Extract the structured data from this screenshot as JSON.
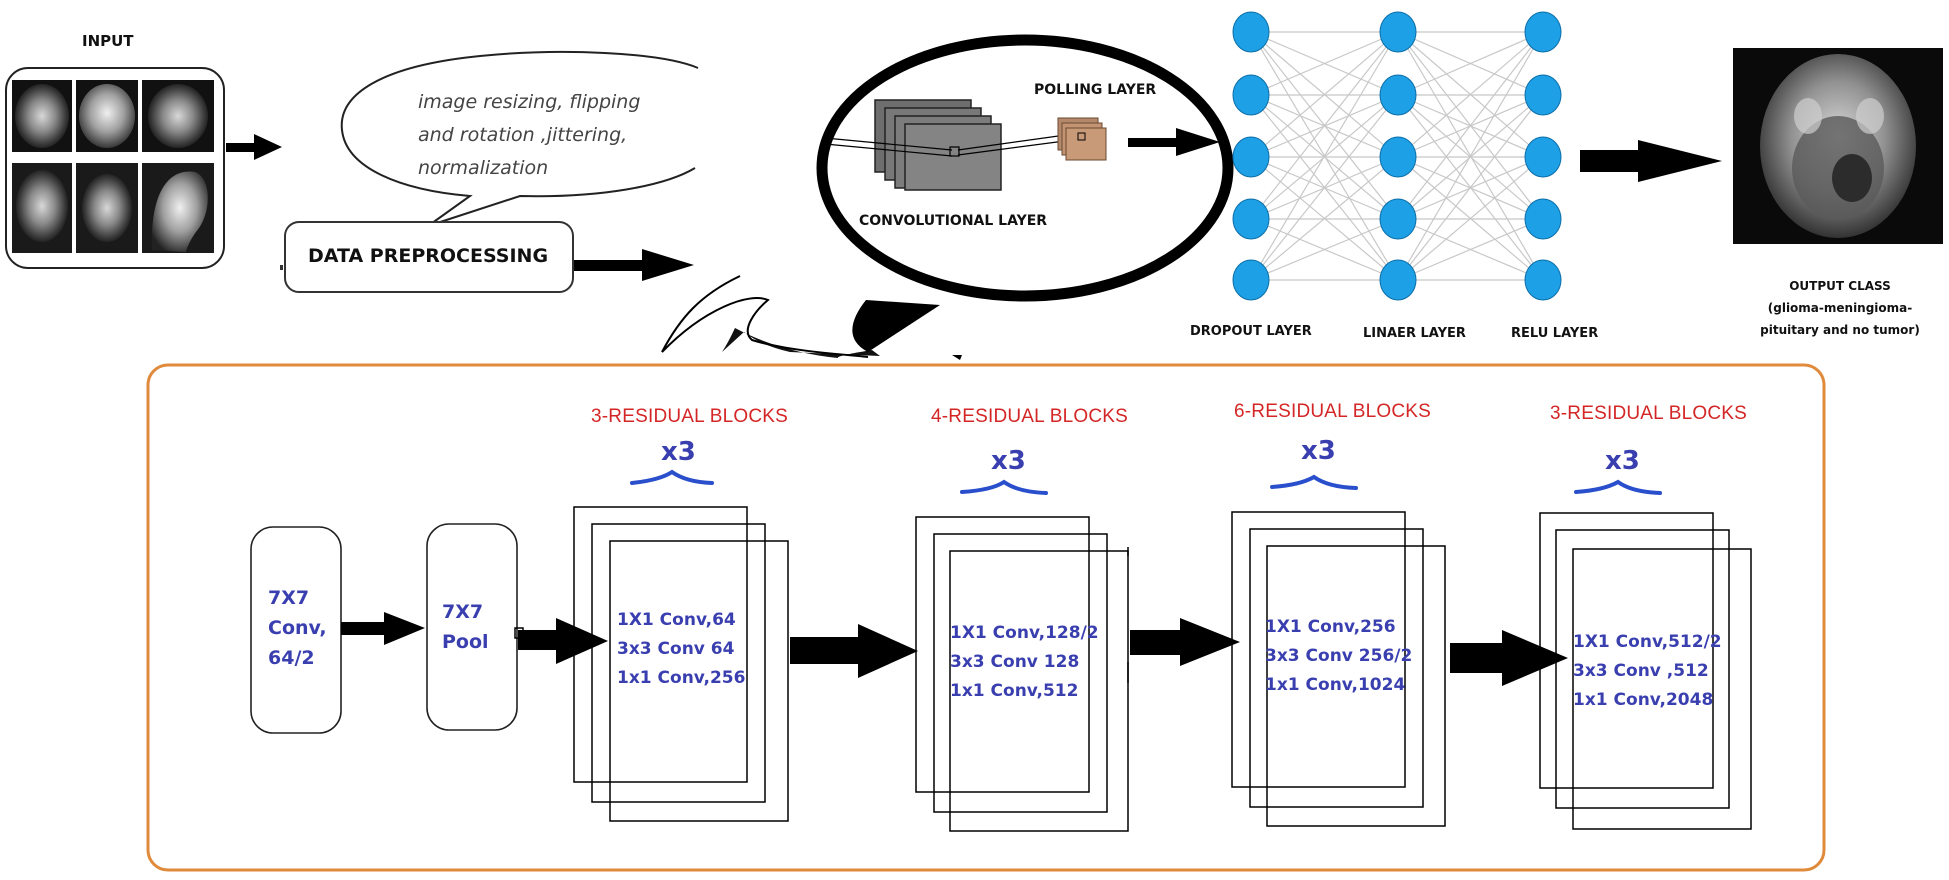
{
  "pipeline": {
    "input_label": "INPUT",
    "bubble_lines": [
      "image resizing, flipping",
      "and rotation ,jittering,",
      "normalization"
    ],
    "preprocessing_label": "DATA PREPROCESSING",
    "polling_label": "POLLING LAYER",
    "conv_label": "CONVOLUTIONAL LAYER",
    "dropout_label": "DROPOUT LAYER",
    "linear_label": "LINAER LAYER",
    "relu_label": "RELU LAYER",
    "output_label": "OUTPUT CLASS",
    "output_classes_line1": "(glioma-meningioma-",
    "output_classes_line2": "pituitary and no tumor)"
  },
  "resnet": {
    "stem_conv": [
      "7X7",
      "Conv,",
      "64/2"
    ],
    "stem_pool": [
      "7X7",
      "Pool"
    ],
    "stages": [
      {
        "title": "3-RESIDUAL BLOCKS",
        "multiplier": "x3",
        "lines": [
          "1X1 Conv,64",
          "3x3 Conv 64",
          "1x1 Conv,256"
        ]
      },
      {
        "title": "4-RESIDUAL BLOCKS",
        "multiplier": "x3",
        "lines": [
          "1X1 Conv,128/2",
          "3x3 Conv 128",
          "1x1 Conv,512"
        ]
      },
      {
        "title": "6-RESIDUAL BLOCKS",
        "multiplier": "x3",
        "lines": [
          "1X1 Conv,256",
          "3x3 Conv 256/2",
          "1x1 Conv,1024"
        ]
      },
      {
        "title": "3-RESIDUAL BLOCKS",
        "multiplier": "x3",
        "lines": [
          "1X1 Conv,512/2",
          "3x3 Conv ,512",
          "1x1 Conv,2048"
        ]
      }
    ]
  },
  "colors": {
    "neuron": "#1ea0e6",
    "frame_orange": "#e08a3c",
    "title_red": "#d42626",
    "text_blue": "#3a3fb0"
  }
}
